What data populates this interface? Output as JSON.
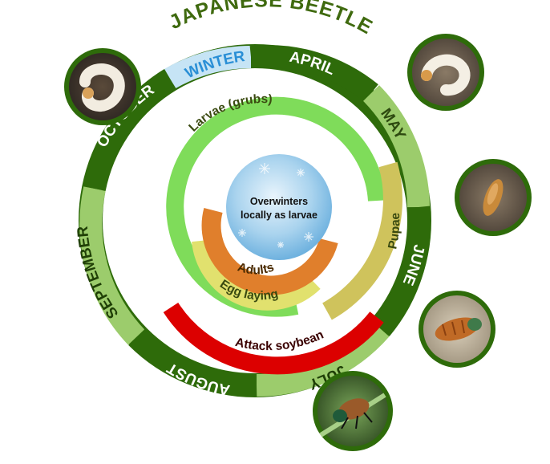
{
  "title": "JAPANESE BEETLE",
  "months": {
    "winter": "WINTER",
    "april": "APRIL",
    "may": "MAY",
    "june": "JUNE",
    "july": "JULY",
    "august": "AUGUST",
    "september": "SEPTEMBER",
    "october": "OCTOBER"
  },
  "phases": {
    "larvae": "Larvae (grubs)",
    "pupae": "Pupae",
    "adults": "Adults",
    "egg_laying": "Egg laying",
    "attack": "Attack soybean"
  },
  "center": {
    "line1": "Overwinters",
    "line2": "locally as larvae"
  },
  "photos": [
    {
      "stage": "grub",
      "icon": "grub-photo"
    },
    {
      "stage": "grub",
      "icon": "grub-photo"
    },
    {
      "stage": "pupa",
      "icon": "pupa-photo"
    },
    {
      "stage": "pupa",
      "icon": "pupa-photo"
    },
    {
      "stage": "adult",
      "icon": "beetle-photo"
    }
  ],
  "colors": {
    "dark_green": "#2e6b0a",
    "light_green": "#9ccc6c",
    "winter_blue": "#c6e4f5",
    "larvae_green": "#7fdc5a",
    "pupae_tan": "#cfc35c",
    "adults_orange": "#e07f2c",
    "egg_yellow": "#e1e16e",
    "attack_red": "#dc0000"
  }
}
